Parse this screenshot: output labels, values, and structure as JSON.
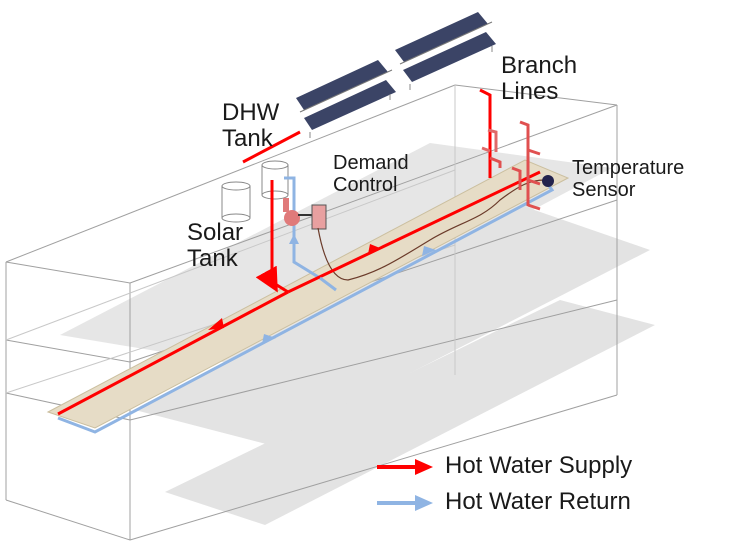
{
  "labels": {
    "dhw_tank": [
      "DHW",
      "Tank"
    ],
    "solar_tank": [
      "Solar",
      "Tank"
    ],
    "demand_control": [
      "Demand",
      "Control"
    ],
    "branch_lines": [
      "Branch",
      "Lines"
    ],
    "temperature_sensor": [
      "Temperature",
      "Sensor"
    ]
  },
  "legend": [
    {
      "label": "Hot Water Supply",
      "color": "#ff0000"
    },
    {
      "label": "Hot Water Return",
      "color": "#8fb4e3"
    }
  ],
  "colors": {
    "supply": "#ff0000",
    "return": "#8fb4e3",
    "branch": "#e05050",
    "corridor": "#e6dcc6",
    "floor_shadow": "#e3e3e3",
    "panel": "#3b4466",
    "building_edge": "#9a9a9a"
  }
}
